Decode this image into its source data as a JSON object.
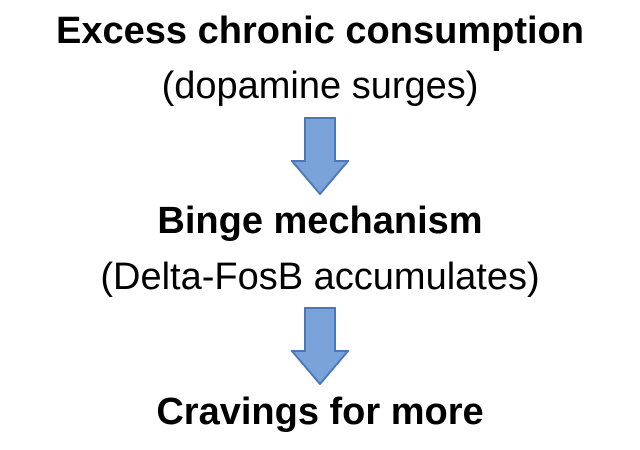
{
  "colors": {
    "text": "#000000",
    "arrow_fill": "#7aa3d9",
    "arrow_stroke": "#4a78b8",
    "background": "#ffffff"
  },
  "steps": [
    {
      "title": "Excess chronic consumption",
      "subtitle": "(dopamine surges)"
    },
    {
      "title": "Binge mechanism",
      "subtitle": "(Delta-FosB accumulates)"
    },
    {
      "title": "Cravings for more"
    }
  ],
  "arrows": [
    {
      "icon": "arrow-down-icon"
    },
    {
      "icon": "arrow-down-icon"
    }
  ]
}
